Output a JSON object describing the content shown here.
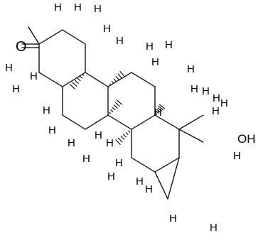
{
  "molecule": {
    "atom_labels": {
      "oxygen": "O",
      "hydrogen": "H",
      "hydroxyl": "OH"
    }
  }
}
